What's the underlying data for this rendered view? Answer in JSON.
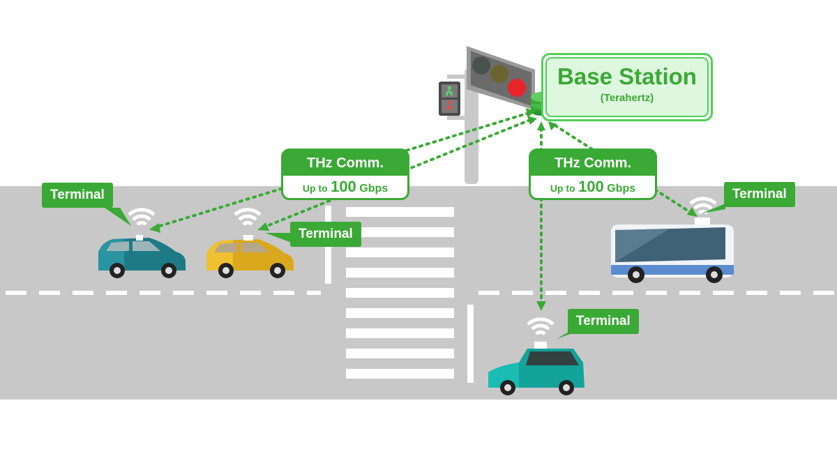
{
  "base_station": {
    "title": "Base Station",
    "subtitle": "(Terahertz)"
  },
  "links": [
    {
      "label": "THz Comm.",
      "rate_prefix": "Up to",
      "rate_value": "100",
      "rate_unit": "Gbps"
    },
    {
      "label": "THz Comm.",
      "rate_prefix": "Up to",
      "rate_value": "100",
      "rate_unit": "Gbps"
    }
  ],
  "terminals": [
    {
      "label": "Terminal",
      "vehicle": "teal-car-icon"
    },
    {
      "label": "Terminal",
      "vehicle": "yellow-taxi-icon"
    },
    {
      "label": "Terminal",
      "vehicle": "bus-icon"
    },
    {
      "label": "Terminal",
      "vehicle": "taxi-icon"
    }
  ],
  "colors": {
    "accent_green": "#3aa935",
    "link_dots": "#3aa935",
    "road": "#c8c8c9",
    "lane_marking": "#ffffff"
  }
}
